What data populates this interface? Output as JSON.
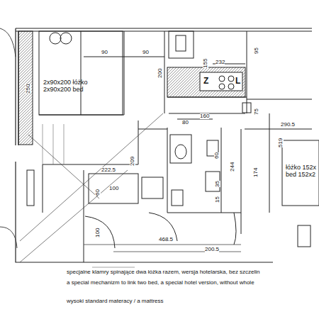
{
  "diagram": {
    "nodes": [
      {
        "text": [
          "2x90x200 łóżko",
          "2x90x200 bed"
        ]
      },
      {
        "text": [
          "łóżko 152x",
          "bed 152x2"
        ]
      }
    ],
    "labels": [
      "90",
      "90",
      "200",
      "155",
      "232",
      "95",
      "Z",
      "L",
      "250",
      "80",
      "160",
      "75",
      "290.5",
      "519",
      "60",
      "244",
      "174",
      "209",
      "222.5",
      "100",
      "60",
      "35",
      "15",
      "100",
      "468.5",
      "200.5",
      "specjalne klamry spinające dwa łóżka razem, wersja hotelarska, bez szczelin",
      "a special mechanizm to link two bed, a special hotel version, without whole",
      "wysoki standard materacy / a mattress"
    ]
  }
}
